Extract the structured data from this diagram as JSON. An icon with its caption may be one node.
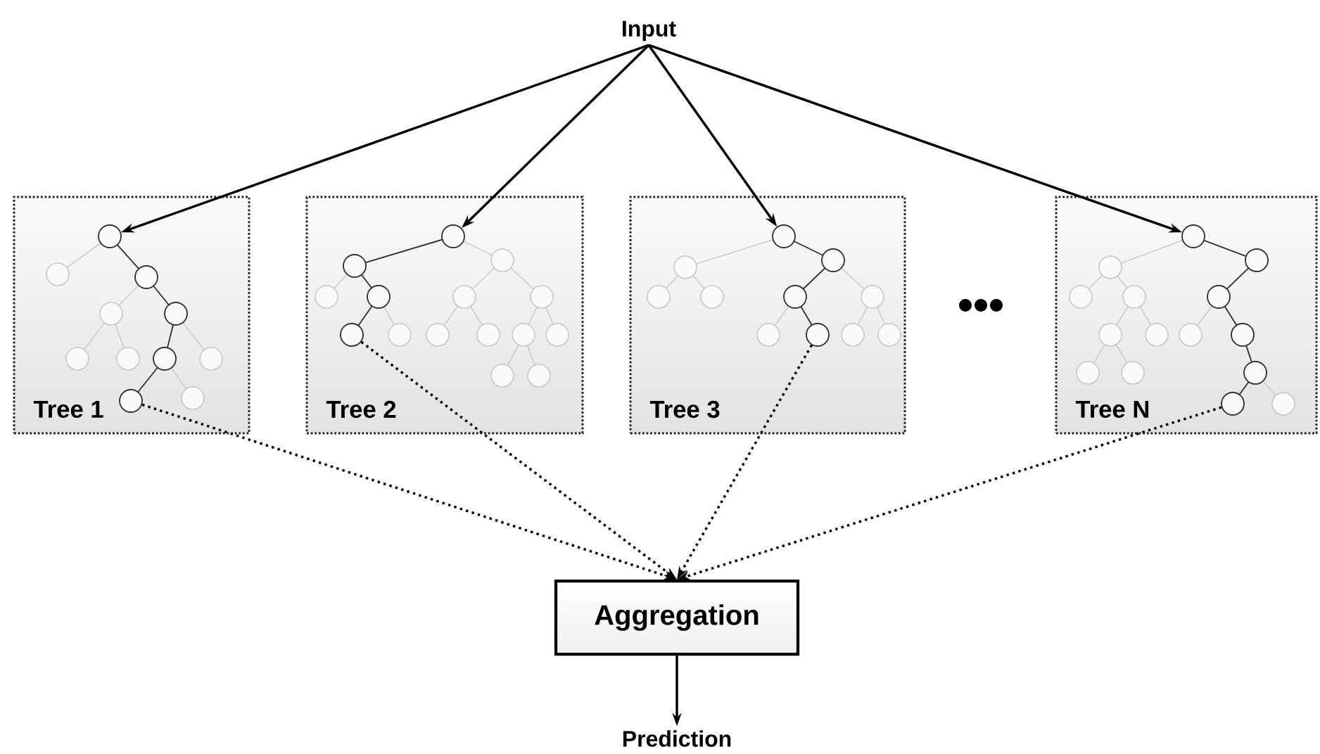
{
  "diagram": {
    "nodes": [
      {
        "text": [
          "Input"
        ]
      },
      {
        "text": [
          "Tree 1"
        ]
      },
      {
        "text": [],
        "shape": "circle",
        "in": 1
      },
      {
        "text": [],
        "shape": "circle",
        "in": 1
      },
      {
        "text": [
          "Tree 2"
        ]
      },
      {
        "text": [],
        "shape": "circle",
        "in": 4
      },
      {
        "text": [],
        "shape": "circle",
        "in": 4
      },
      {
        "text": [
          "Tree 3"
        ]
      },
      {
        "text": [],
        "shape": "circle",
        "in": 7
      },
      {
        "text": [],
        "shape": "circle",
        "in": 7
      },
      {
        "text": [
          "Tree N"
        ]
      },
      {
        "text": [],
        "shape": "circle",
        "in": 10
      },
      {
        "text": [],
        "shape": "circle",
        "in": 10
      },
      {
        "text": [
          "Aggregation"
        ]
      },
      {
        "text": [
          "Prediction"
        ]
      }
    ],
    "edges": [
      {
        "from": 0,
        "to": 2,
        "arrow": "to"
      },
      {
        "from": 0,
        "to": 5,
        "arrow": "to"
      },
      {
        "from": 0,
        "to": 8,
        "arrow": "to"
      },
      {
        "from": 0,
        "to": 11,
        "arrow": "to"
      },
      {
        "from": 3,
        "to": 13,
        "arrow": "to",
        "style": "dashed"
      },
      {
        "from": 6,
        "to": 13,
        "arrow": "to",
        "style": "dashed"
      },
      {
        "from": 9,
        "to": 13,
        "arrow": "to",
        "style": "dashed"
      },
      {
        "from": 12,
        "to": 13,
        "arrow": "to",
        "style": "dashed"
      },
      {
        "from": 13,
        "to": 14,
        "arrow": "to"
      }
    ]
  }
}
